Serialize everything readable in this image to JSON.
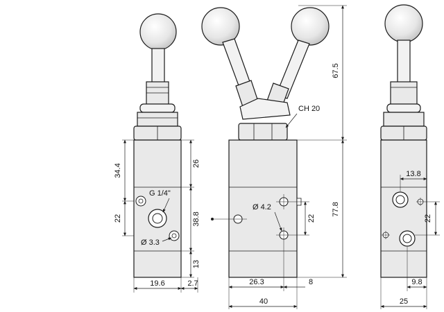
{
  "dimensions": {
    "d_34_4": "34.4",
    "d_22_left": "22",
    "d_26": "26",
    "d_38_8": "38.8",
    "d_13": "13",
    "d_19_6": "19.6",
    "d_2_7": "2.7",
    "d_67_5": "67.5",
    "d_77_8": "77.8",
    "d_22_mid": "22",
    "d_26_3": "26.3",
    "d_8": "8",
    "d_40": "40",
    "d_13_8": "13.8",
    "d_22_right": "22",
    "d_9_8": "9.8",
    "d_25": "25"
  },
  "callouts": {
    "thread": "G 1/4\"",
    "hole_small": "Ø 3.3",
    "hole_large": "Ø 4.2",
    "wrench": "CH 20"
  },
  "colors": {
    "body_fill": "#e9e9e9",
    "line": "#1a1a1a"
  }
}
